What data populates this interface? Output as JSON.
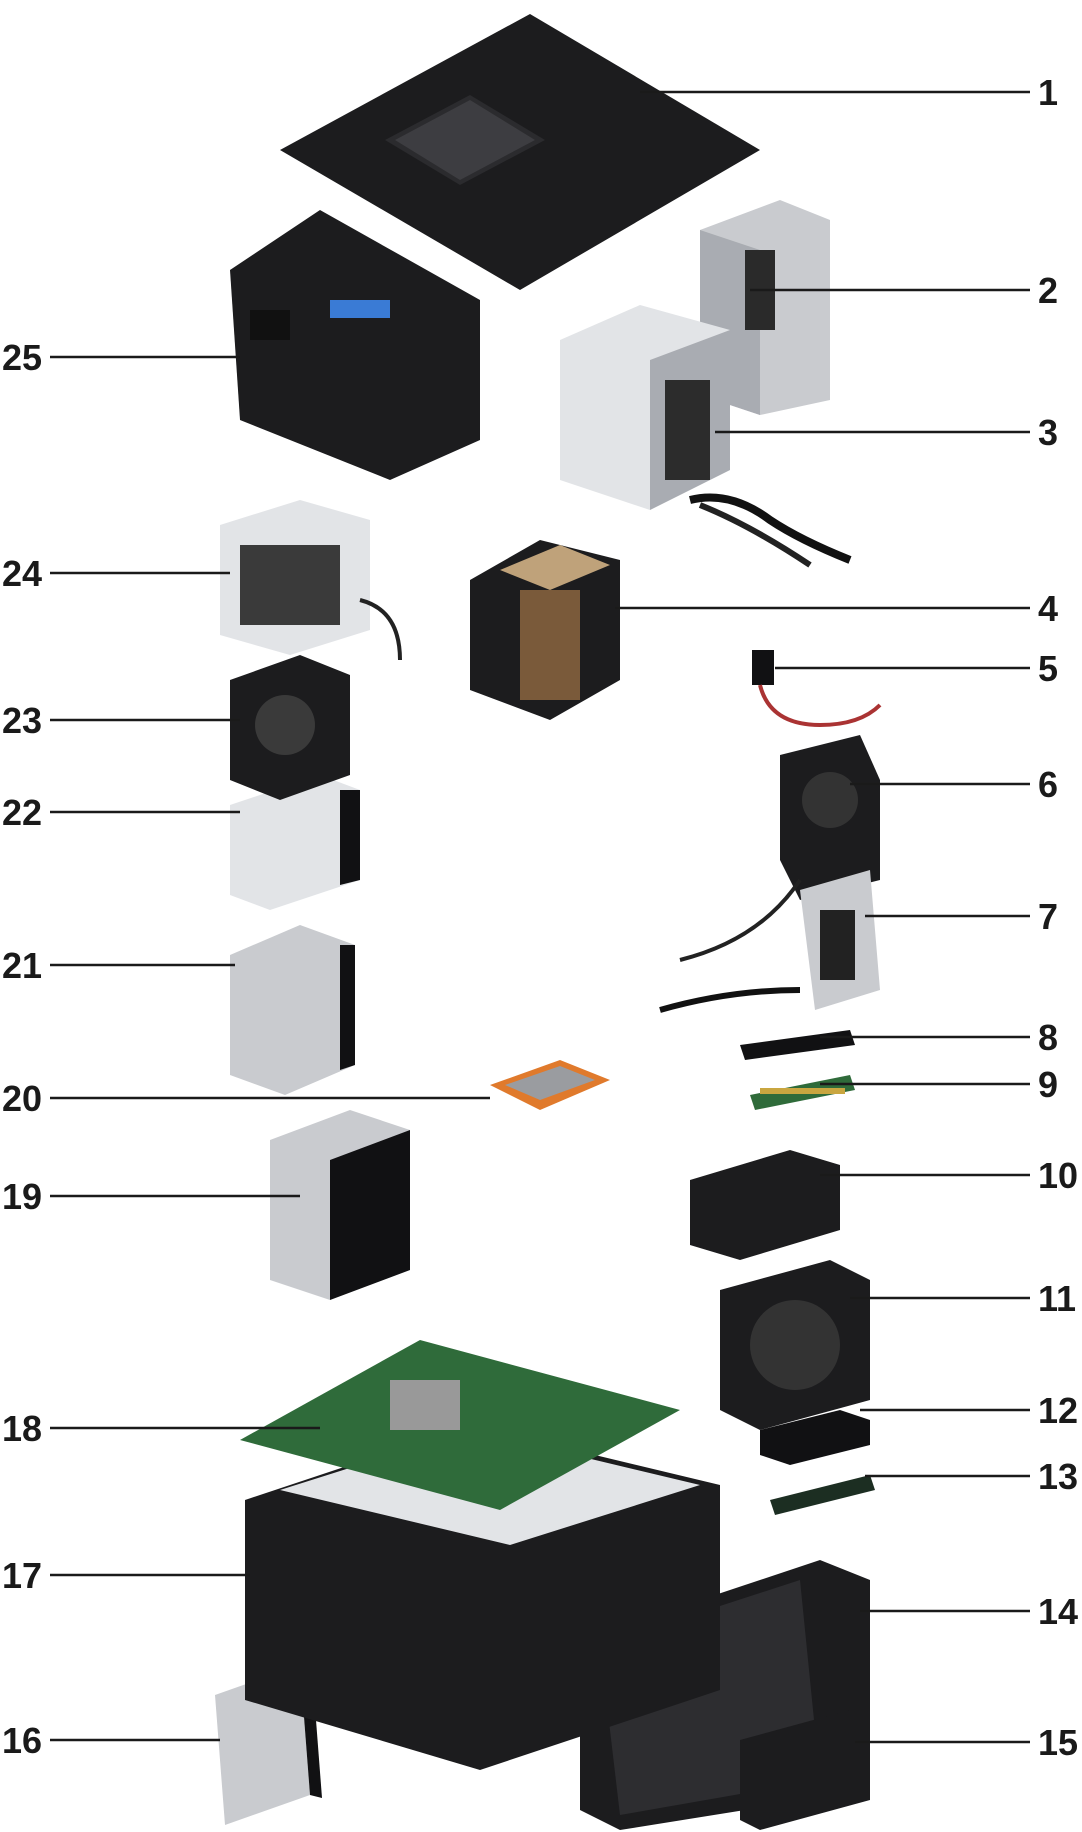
{
  "callouts": [
    {
      "num": "1",
      "side": "right"
    },
    {
      "num": "2",
      "side": "right"
    },
    {
      "num": "3",
      "side": "right"
    },
    {
      "num": "4",
      "side": "right"
    },
    {
      "num": "5",
      "side": "right"
    },
    {
      "num": "6",
      "side": "right"
    },
    {
      "num": "7",
      "side": "right"
    },
    {
      "num": "8",
      "side": "right"
    },
    {
      "num": "9",
      "side": "right"
    },
    {
      "num": "10",
      "side": "right"
    },
    {
      "num": "11",
      "side": "right"
    },
    {
      "num": "12",
      "side": "right"
    },
    {
      "num": "13",
      "side": "right"
    },
    {
      "num": "14",
      "side": "right"
    },
    {
      "num": "15",
      "side": "right"
    },
    {
      "num": "16",
      "side": "left"
    },
    {
      "num": "17",
      "side": "left"
    },
    {
      "num": "18",
      "side": "left"
    },
    {
      "num": "19",
      "side": "left"
    },
    {
      "num": "20",
      "side": "left"
    },
    {
      "num": "21",
      "side": "left"
    },
    {
      "num": "22",
      "side": "left"
    },
    {
      "num": "23",
      "side": "left"
    },
    {
      "num": "24",
      "side": "left"
    },
    {
      "num": "25",
      "side": "left"
    }
  ],
  "colors": {
    "label": "#1a1a1a",
    "chassis": "#1c1c1e",
    "metal": "#c9cbcf",
    "pcb": "#2f6b3a",
    "processor": "#e07a2c"
  }
}
